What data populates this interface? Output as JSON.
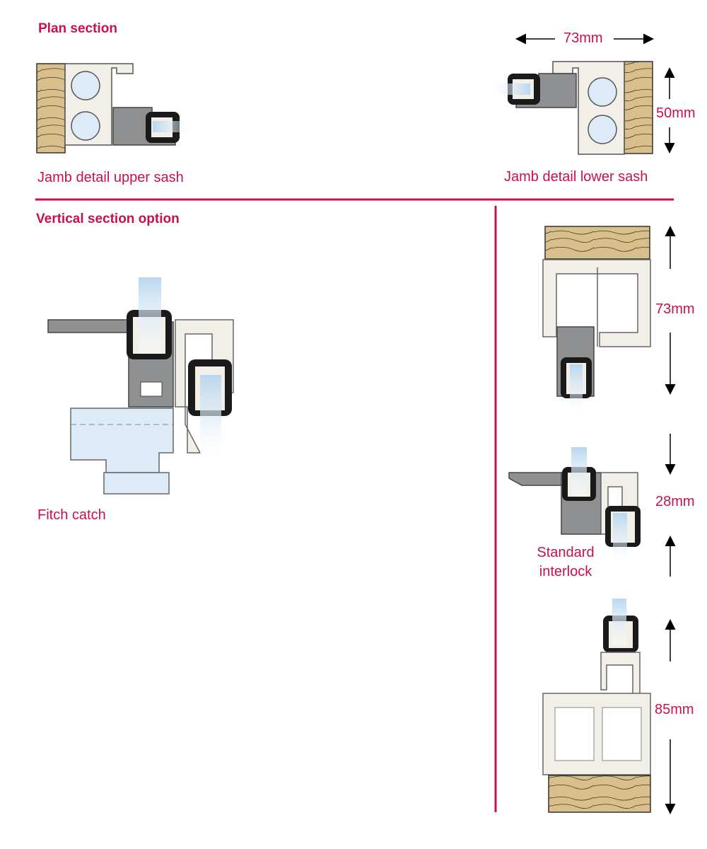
{
  "plan_section": {
    "heading": "Plan section",
    "upper_label": "Jamb detail upper sash",
    "lower_label": "Jamb detail lower sash",
    "width_dim": "73mm",
    "depth_dim": "50mm"
  },
  "vertical_section": {
    "heading": "Vertical section option",
    "catch_label": "Fitch catch",
    "head_dim": "73mm",
    "meeting_dim": "28mm",
    "interlock_label_line1": "Standard",
    "interlock_label_line2": "interlock",
    "sill_dim": "85mm"
  },
  "colors": {
    "accent": "#c8104e",
    "timber": "#d9bf8c",
    "frame": "#f1efe8",
    "glass": "#cfe4f5",
    "gasket": "#1a1a1a",
    "metal": "#8e9092"
  }
}
